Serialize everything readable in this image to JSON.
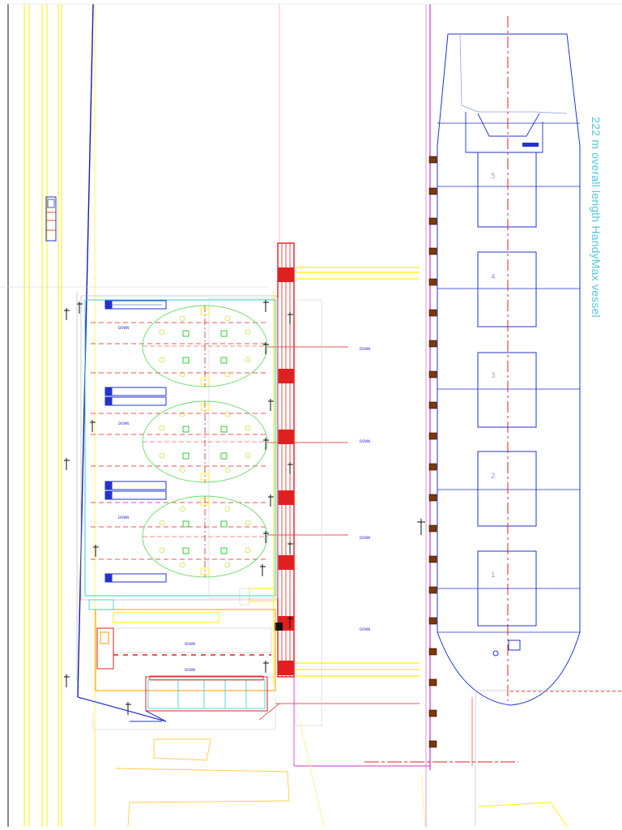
{
  "vessel": {
    "label": "222 m overall length HandyMax vessel",
    "hold_numbers": [
      "5",
      "4",
      "3",
      "2",
      "1"
    ]
  },
  "annotations": {
    "down": "DOWN"
  },
  "colors": {
    "vessel_outline": "#2233cc",
    "centerline": "#e02020",
    "conveyor": "#e02020",
    "rail": "#ffee00",
    "quay_edge": "#cc33cc",
    "silo": "#66dd66",
    "building": "#33cccc",
    "label": "#4fc8d8"
  }
}
